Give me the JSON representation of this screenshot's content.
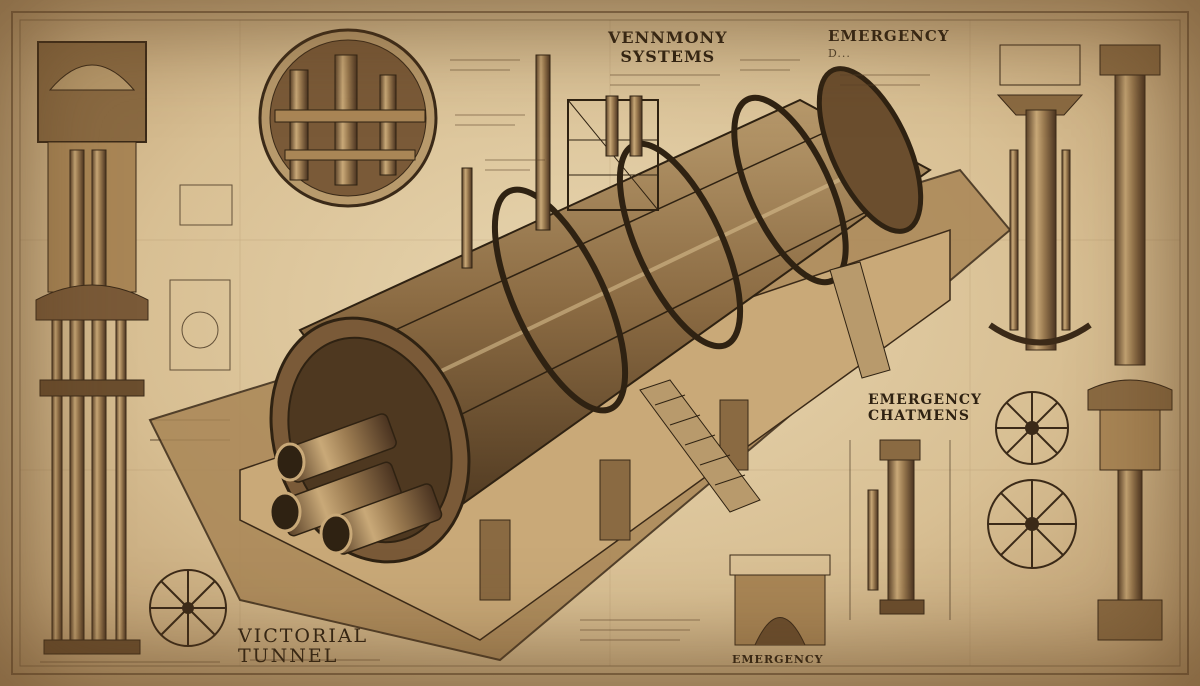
{
  "labels": {
    "ventilation_line1": "VENNMONY",
    "ventilation_line2": "SYSTEMS",
    "emergency_top_line1": "EMERGENCY",
    "emergency_top_line2": "D...",
    "emergency_mid_line1": "EMERGENCY",
    "emergency_mid_line2": "CHATMENS",
    "victorian_line1": "VICTORIAL",
    "victorian_line2": "TUNNEL",
    "emergency_bottom": "EMERGENCY"
  },
  "colors": {
    "parchment": "#d9c29a",
    "ink": "#3b2a18",
    "metal_dark": "#5a4128",
    "metal_light": "#c9a978"
  }
}
